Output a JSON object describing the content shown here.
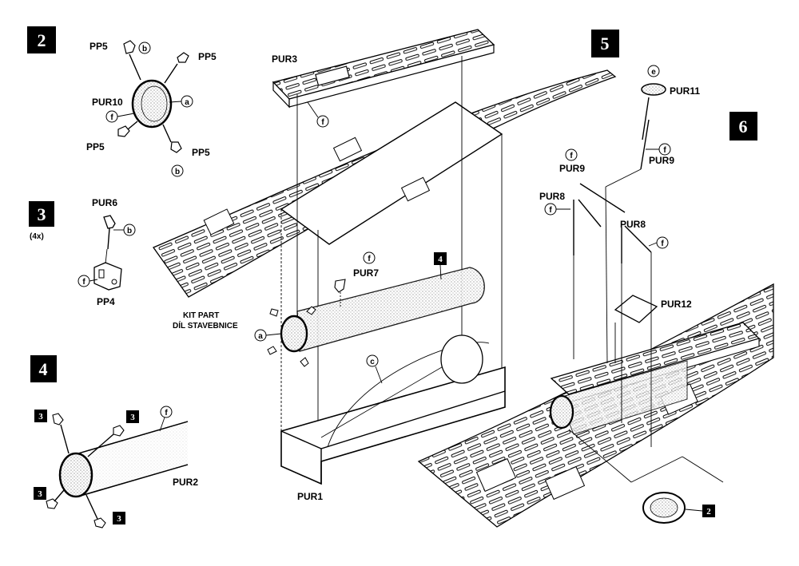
{
  "steps": {
    "s2": "2",
    "s3": "3",
    "s3_qty": "(4x)",
    "s4": "4",
    "s5": "5",
    "s6": "6"
  },
  "parts": {
    "pp5": "PP5",
    "pur10": "PUR10",
    "pur6": "PUR6",
    "pp4": "PP4",
    "pur2": "PUR2",
    "pur3": "PUR3",
    "pur7": "PUR7",
    "pur1": "PUR1",
    "pur11": "PUR11",
    "pur9": "PUR9",
    "pur8": "PUR8",
    "pur12": "PUR12"
  },
  "notes": {
    "kit_part_en": "KIT PART",
    "kit_part_cz": "DÍL STAVEBNICE"
  },
  "markers": {
    "a": "a",
    "b": "b",
    "c": "c",
    "e": "e",
    "f": "f"
  },
  "refs": {
    "r2": "2",
    "r3": "3",
    "r4": "4"
  }
}
